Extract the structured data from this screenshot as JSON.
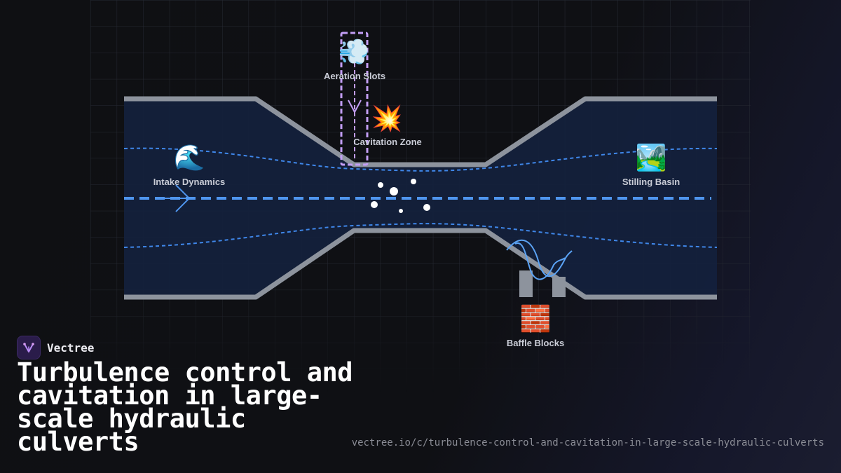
{
  "brand": {
    "name": "Vectree"
  },
  "title": "Turbulence control and cavitation in large-scale hydraulic culverts",
  "url": "vectree.io/c/turbulence-control-and-cavitation-in-large-scale-hydraulic-culverts",
  "nodes": {
    "intake": {
      "icon": "🌊",
      "label": "Intake Dynamics"
    },
    "aeration": {
      "icon": "💨",
      "label": "Aeration Slots"
    },
    "cavitation": {
      "icon": "💥",
      "label": "Cavitation Zone"
    },
    "basin": {
      "icon": "🏞️",
      "label": "Stilling Basin"
    },
    "baffles": {
      "icon": "🧱",
      "label": "Baffle Blocks"
    }
  },
  "colors": {
    "wall": "#8d939d",
    "water": "#13213d",
    "flow": "#4f95ee",
    "aeration": "#c39ef5",
    "wave": "#5ba3f5"
  }
}
